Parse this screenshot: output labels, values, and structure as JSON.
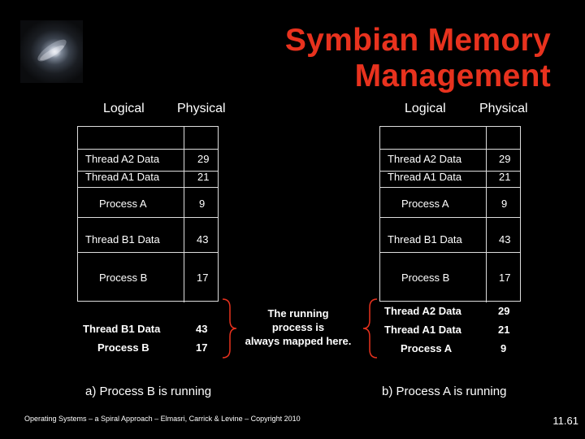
{
  "title_line1": "Symbian Memory",
  "title_line2": "Management",
  "headers": {
    "logical": "Logical",
    "physical": "Physical"
  },
  "left": {
    "rows": [
      {
        "logical": "Thread A2 Data",
        "physical": "29"
      },
      {
        "logical": "Thread A1 Data",
        "physical": "21"
      },
      {
        "logical": "Process A",
        "physical": "9"
      },
      {
        "logical": "Thread B1 Data",
        "physical": "43"
      },
      {
        "logical": "Process B",
        "physical": "17"
      }
    ],
    "extra": [
      {
        "logical": "Thread B1 Data",
        "physical": "43"
      },
      {
        "logical": "Process B",
        "physical": "17"
      }
    ],
    "caption": "a) Process B is running"
  },
  "right": {
    "rows": [
      {
        "logical": "Thread A2 Data",
        "physical": "29"
      },
      {
        "logical": "Thread A1 Data",
        "physical": "21"
      },
      {
        "logical": "Process A",
        "physical": "9"
      },
      {
        "logical": "Thread B1 Data",
        "physical": "43"
      },
      {
        "logical": "Process B",
        "physical": "17"
      }
    ],
    "extra": [
      {
        "logical": "Thread A2 Data",
        "physical": "29"
      },
      {
        "logical": "Thread A1 Data",
        "physical": "21"
      },
      {
        "logical": "Process A",
        "physical": "9"
      }
    ],
    "caption": "b) Process A is running"
  },
  "note": {
    "line1": "The running",
    "line2": "process is",
    "line3": "always mapped here."
  },
  "footer": "Operating Systems – a Spiral Approach – Elmasri, Carrick & Levine – Copyright 2010",
  "page_number": "11.61"
}
